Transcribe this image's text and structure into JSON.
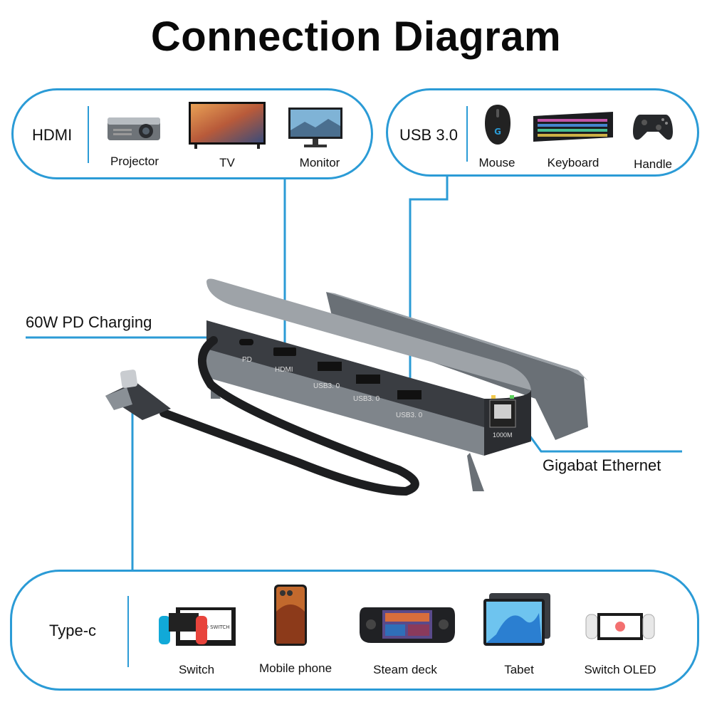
{
  "title": "Connection Diagram",
  "hdmi_group": {
    "label": "HDMI",
    "devices": [
      {
        "label": "Projector",
        "icon": "projector-icon"
      },
      {
        "label": "TV",
        "icon": "tv-icon"
      },
      {
        "label": "Monitor",
        "icon": "monitor-icon"
      }
    ]
  },
  "usb_group": {
    "label": "USB 3.0",
    "devices": [
      {
        "label": "Mouse",
        "icon": "mouse-icon"
      },
      {
        "label": "Keyboard",
        "icon": "keyboard-icon"
      },
      {
        "label": "Handle",
        "icon": "gamepad-icon"
      }
    ]
  },
  "callouts": {
    "pd": "60W PD Charging",
    "ethernet": "Gigabat Ethernet"
  },
  "hub_ports": {
    "pd": "PD",
    "hdmi": "HDMI",
    "usb1": "USB3. 0",
    "usb2": "USB3. 0",
    "usb3": "USB3. 0",
    "ethernet": "1000M"
  },
  "typec_group": {
    "label": "Type-c",
    "devices": [
      {
        "label": "Switch",
        "icon": "switch-icon"
      },
      {
        "label": "Mobile phone",
        "icon": "phone-icon"
      },
      {
        "label": "Steam deck",
        "icon": "steam-deck-icon"
      },
      {
        "label": "Tabet",
        "icon": "tablet-icon"
      },
      {
        "label": "Switch OLED",
        "icon": "switch-oled-icon"
      }
    ]
  },
  "colors": {
    "accent": "#2b9bd6",
    "hub_body": "#8a9096",
    "hub_face": "#3a3d42"
  }
}
